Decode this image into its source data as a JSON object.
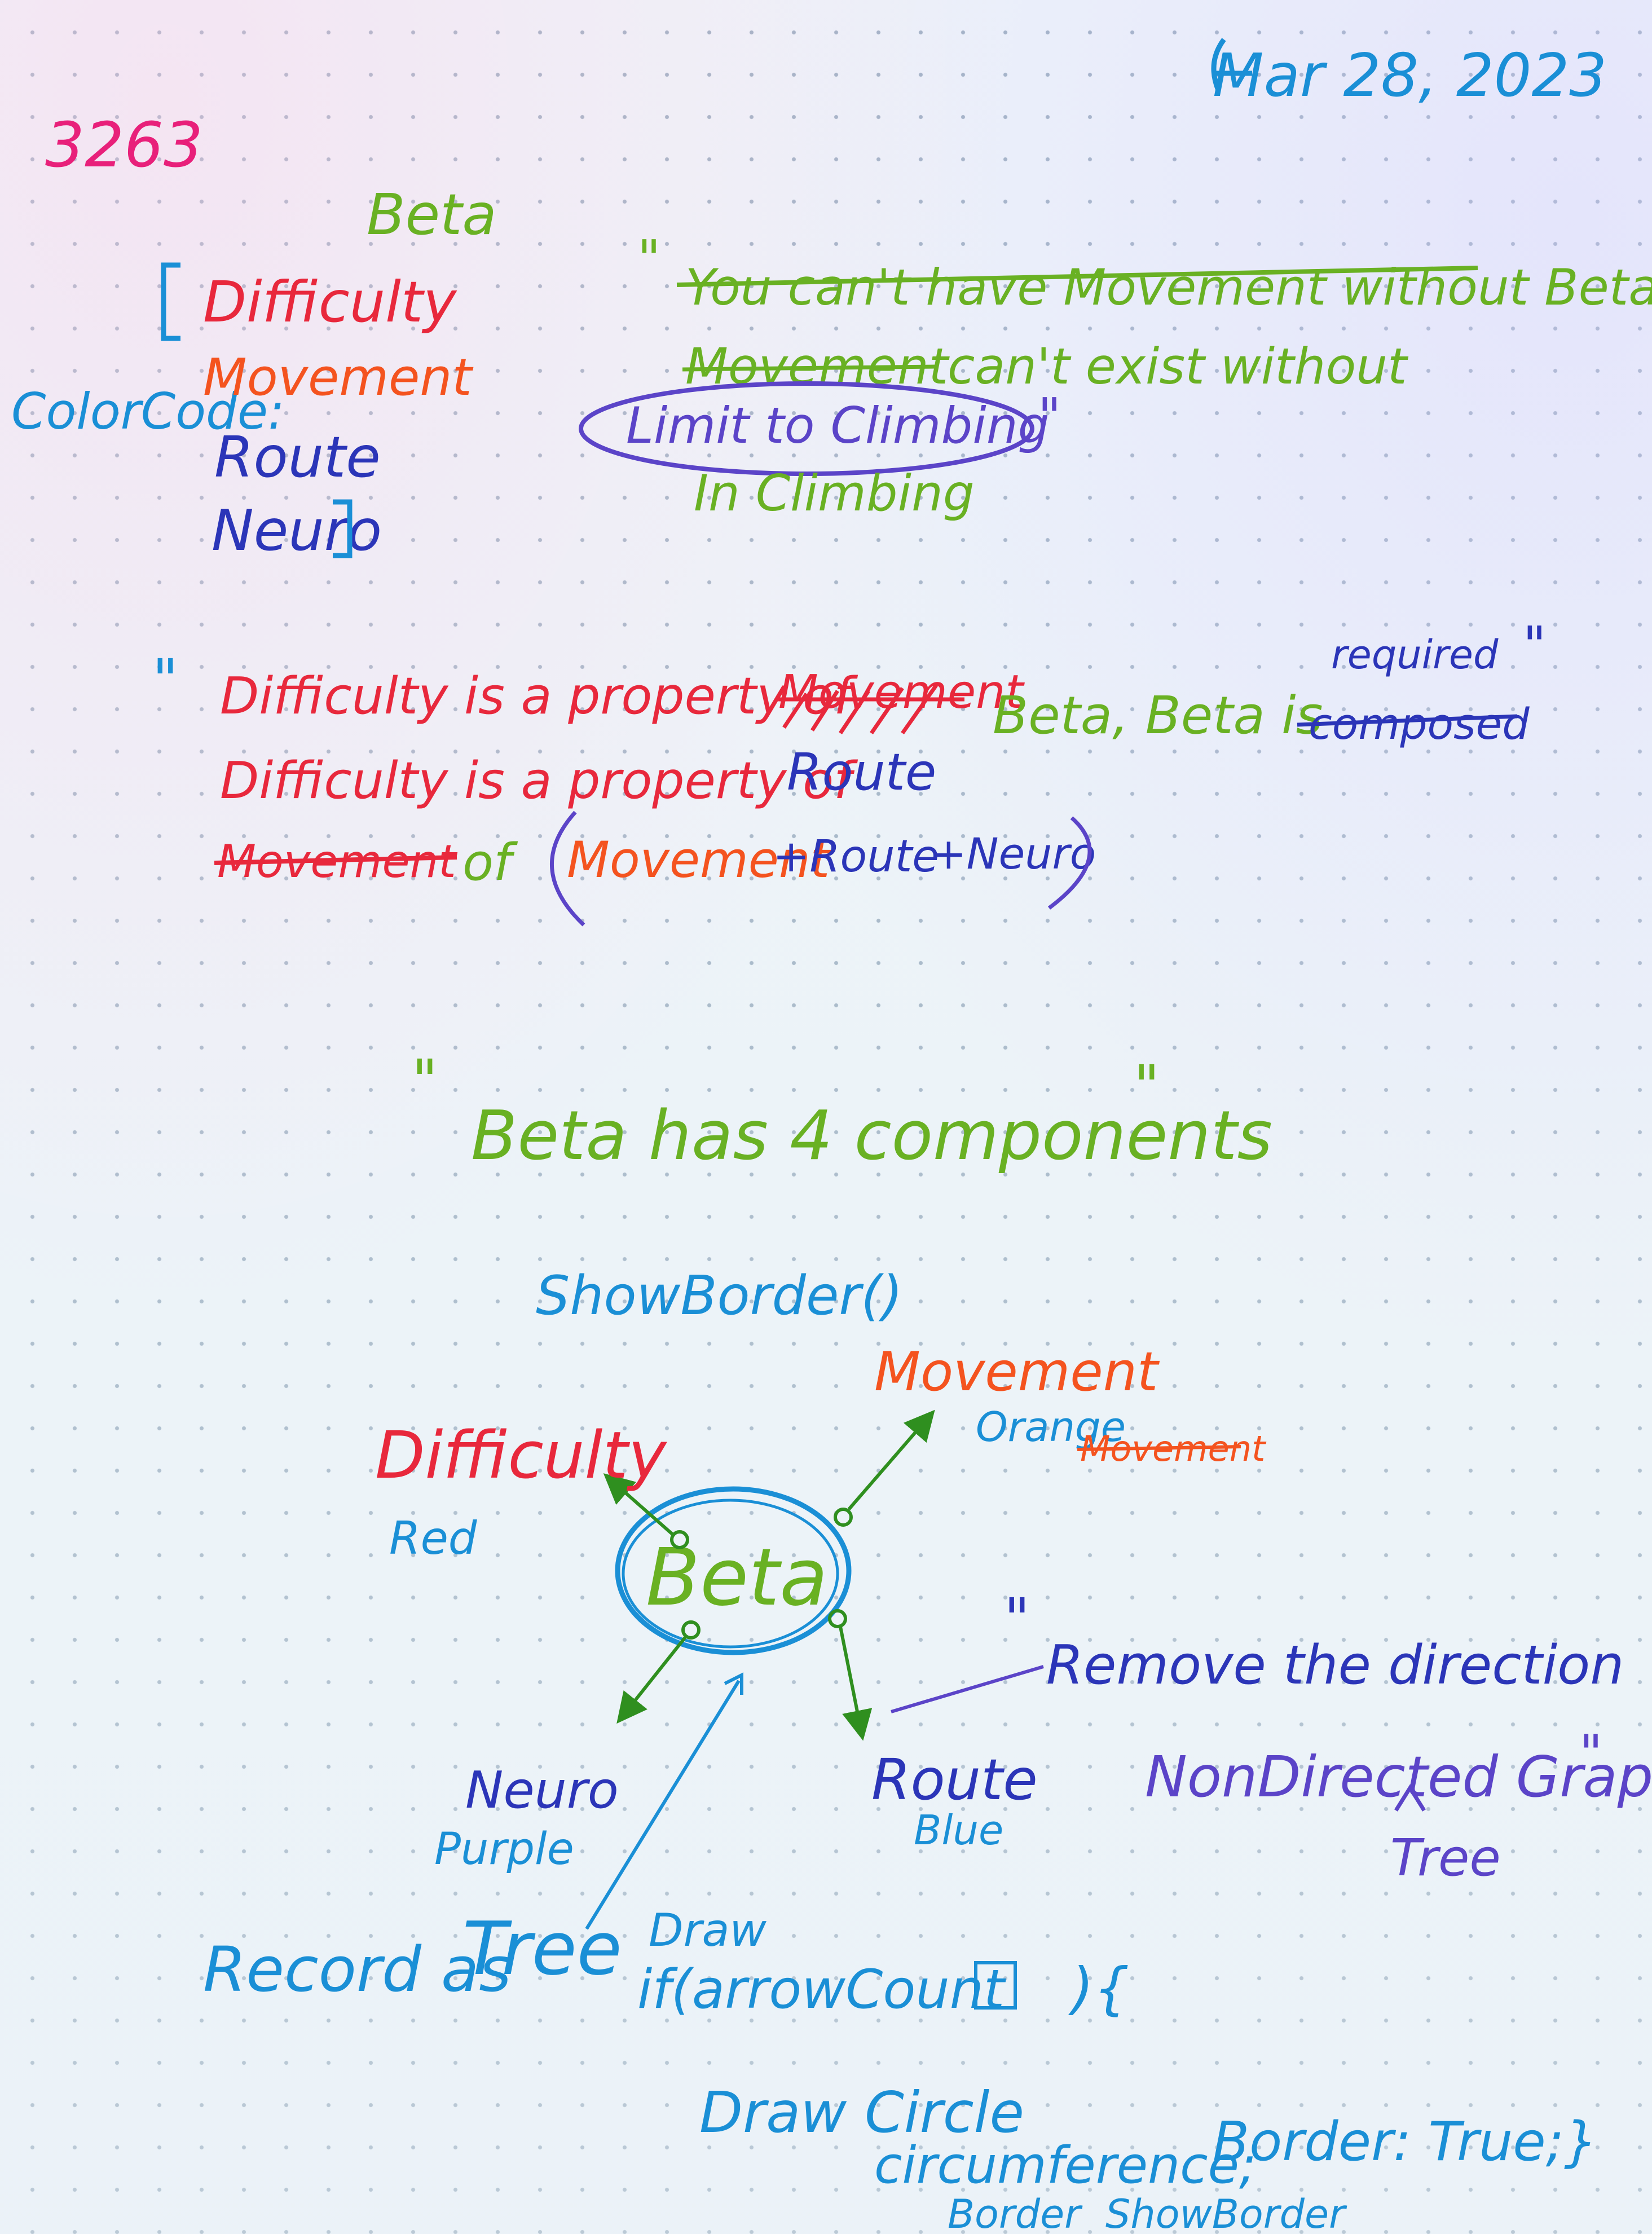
{
  "page_number": "3263",
  "date": "Mar 28, 2023",
  "title_word": "Beta",
  "color_code": {
    "label": "ColorCode:",
    "items": [
      {
        "text": "Difficulty",
        "color": "#e8283c"
      },
      {
        "text": "Movement",
        "color": "#f4531f"
      },
      {
        "text": "Route",
        "color": "#2b35b8"
      },
      {
        "text": "Neuro",
        "color": "#2b35b8"
      }
    ]
  },
  "quote1": {
    "struck": "You can't have Movement without Beta",
    "line2_struck": "Movement",
    "line2_rest": "can't exist without",
    "circled": "Limit to Climbing",
    "line4": "In Climbing"
  },
  "statement": {
    "line1_prefix": "Difficulty is a property of",
    "line1_struck": "Movement",
    "line1_suffix": "Beta, Beta is",
    "insert_word": "required",
    "struck_word": "composed",
    "line2_prefix": "Difficulty is a property of",
    "line2_route": "Route",
    "line3_struck": "Movement",
    "line3_of": "of",
    "line3_movement": "Movement",
    "line3_route": "+Route",
    "line3_neuro": "+Neuro"
  },
  "headline": "Beta has 4 components",
  "show_border": "ShowBorder()",
  "diagram": {
    "center": "Beta",
    "nodes": [
      {
        "label": "Difficulty",
        "sub": "Red"
      },
      {
        "label": "Movement",
        "sub": "Orange",
        "struck": "Movement"
      },
      {
        "label": "Neuro",
        "sub": "Purple"
      },
      {
        "label": "Route",
        "sub": "Blue"
      }
    ]
  },
  "remove_note": "Remove the direction",
  "graph_note": "NonDirected Graph",
  "tree_note": "Tree",
  "record_label": "Record as",
  "tree_word": "Tree",
  "code": {
    "draw": "Draw",
    "if_line": "if(arrowCount",
    "close_brace": "){",
    "draw_circle": "Draw Circle",
    "circumference": "circumference;",
    "border_true": "Border: True;}",
    "border_under": "Border",
    "show_border_under": "ShowBorder"
  },
  "colors": {
    "red": "#e8283c",
    "orange": "#f4531f",
    "green": "#69b123",
    "blue": "#1a8fd6",
    "navy": "#2b35b8",
    "purple": "#5b44c8",
    "pink": "#e8207a",
    "paper": "#eef4f9"
  }
}
